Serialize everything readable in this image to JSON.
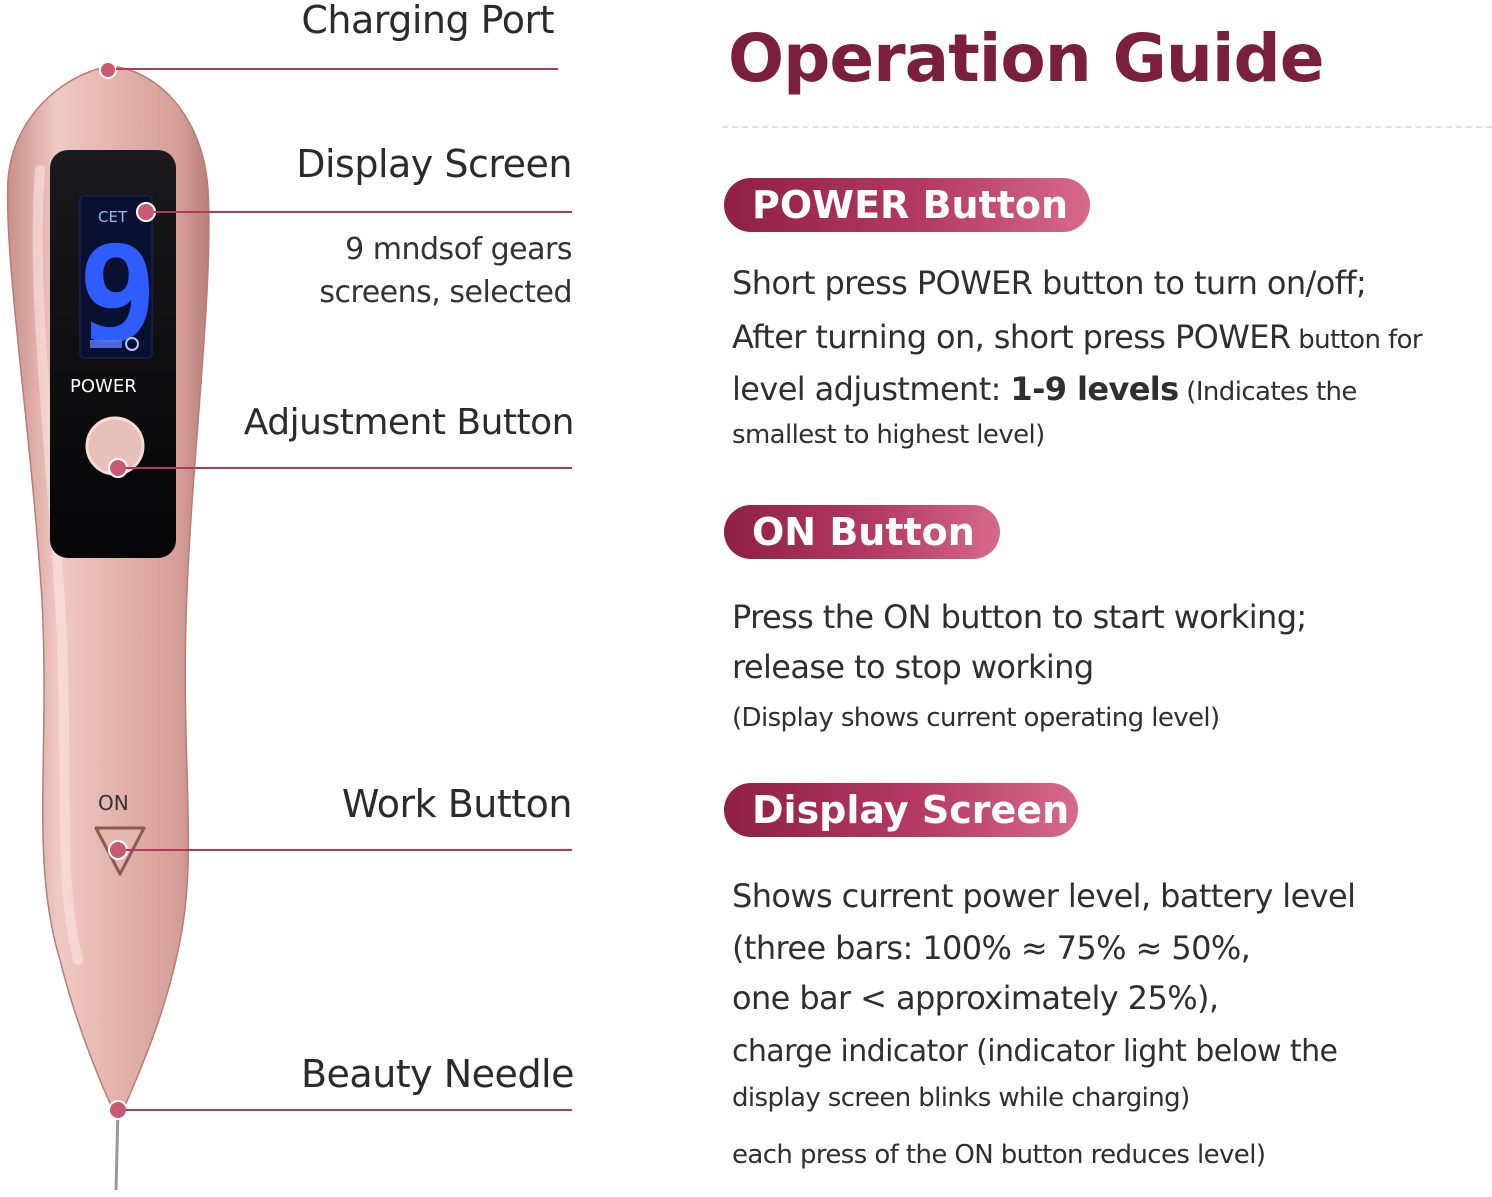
{
  "device": {
    "screen_digit": "9",
    "screen_top_label": "CET",
    "screen_bottom_label": "",
    "power_label": "POWER",
    "on_label": "ON"
  },
  "callouts": {
    "charging_port": "Charging Port",
    "display_screen": "Display Screen",
    "display_sub_1": "9 mndsof gears",
    "display_sub_2": "screens, selected",
    "adjustment_button": "Adjustment Button",
    "work_button": "Work Button",
    "beauty_needle": "Beauty Needle"
  },
  "guide": {
    "title": "Operation Guide",
    "power": {
      "heading": "POWER Button",
      "line1": "Short press POWER button to turn on/off;",
      "line2_main": "After turning on, short press POWER",
      "line2_small": " button for",
      "line3_main": "level adjustment: ",
      "line3_bold": "1-9 levels",
      "line3_small": " (Indicates the",
      "line4": "smallest to highest level)"
    },
    "on": {
      "heading": "ON Button",
      "line1": "Press the ON button to start working;",
      "line2": "release to stop working",
      "line3": "(Display shows current operating level)"
    },
    "display": {
      "heading": "Display Screen",
      "line1": "Shows current power level, battery level",
      "line2": "(three bars: 100% ≈ 75% ≈ 50%,",
      "line3": "one bar < approximately 25%),",
      "line4": "charge indicator (indicator light below the",
      "line5": "display screen blinks while charging)",
      "line6": "each press of the ON button reduces level)"
    }
  },
  "colors": {
    "accent": "#7a1f3d",
    "leader": "#b03a5c",
    "device_pink": "#e2b0aa",
    "screen_blue": "#2f5cff"
  }
}
